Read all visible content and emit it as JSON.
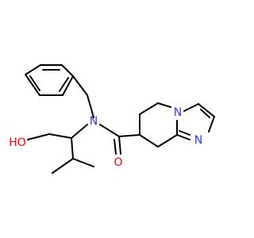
{
  "colors": {
    "bond": "#000000",
    "nitrogen": "#3333ff",
    "oxygen": "#ff0000",
    "background": "#ffffff"
  },
  "labels": {
    "amide_n": "N",
    "amide_o": "O",
    "hydroxyl": "HO",
    "bridgehead_n": "N",
    "imine_n": "N"
  }
}
